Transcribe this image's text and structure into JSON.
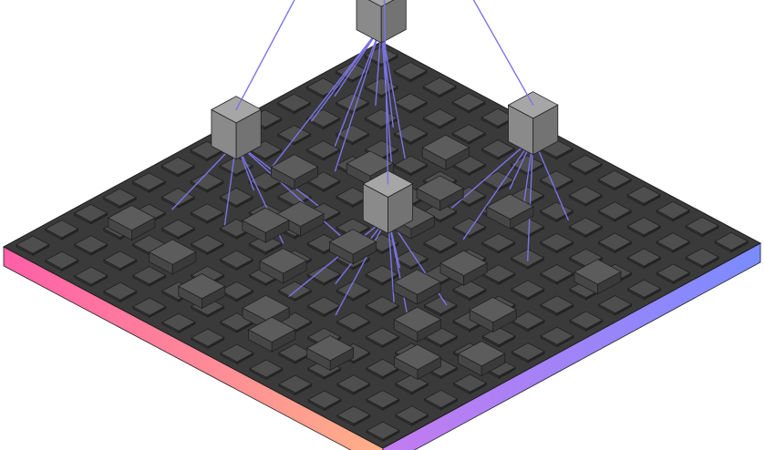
{
  "diagram": {
    "grid_size": 13,
    "cell_units": 1,
    "board_height_units": 0.55,
    "hub_altitude_units": 1.1,
    "colors": {
      "board_top": "#3a3a3a",
      "board_top_stroke": "#1e1e1e",
      "side_left_start": "#ff5fa8",
      "side_left_end": "#ffb088",
      "side_right_start": "#c47bf0",
      "side_right_end": "#7a8cff",
      "pad_top": "#4e4e4e",
      "pad_left": "#333333",
      "pad_right": "#262626",
      "block_top": "#5c5c5c",
      "block_left": "#464646",
      "block_right": "#3a3a3a",
      "hub_top": "#a6a6a6",
      "hub_left": "#8a8a8a",
      "hub_right": "#737373",
      "link_line": "#7b74e6",
      "block_stroke": "#202020"
    },
    "root": {
      "id": "apex",
      "u": 0.3,
      "v": 0.3,
      "lift": 6.2
    },
    "hubs": [
      {
        "id": "hub-top",
        "u": 0.4,
        "v": 0.4,
        "targets": [
          [
            1.0,
            2.6
          ],
          [
            2.0,
            2.2
          ],
          [
            1.4,
            3.8
          ],
          [
            3.0,
            2.6
          ],
          [
            2.6,
            4.2
          ],
          [
            4.2,
            3.4
          ],
          [
            3.4,
            5.0
          ],
          [
            5.0,
            4.6
          ],
          [
            2.2,
            6.0
          ]
        ]
      },
      {
        "id": "hub-left",
        "u": 1.6,
        "v": 6.6,
        "targets": [
          [
            2.6,
            7.0
          ],
          [
            3.2,
            8.6
          ],
          [
            4.2,
            6.4
          ],
          [
            4.8,
            8.2
          ],
          [
            5.6,
            7.0
          ],
          [
            1.8,
            9.0
          ]
        ]
      },
      {
        "id": "hub-right",
        "u": 6.6,
        "v": 1.4,
        "targets": [
          [
            7.0,
            2.6
          ],
          [
            8.2,
            3.4
          ],
          [
            6.6,
            4.2
          ],
          [
            7.8,
            5.0
          ],
          [
            9.0,
            2.6
          ],
          [
            9.6,
            4.6
          ]
        ]
      },
      {
        "id": "hub-center",
        "u": 6.6,
        "v": 6.4,
        "targets": [
          [
            7.6,
            7.0
          ],
          [
            8.6,
            8.2
          ],
          [
            7.0,
            8.6
          ],
          [
            9.6,
            7.4
          ],
          [
            8.0,
            9.6
          ],
          [
            10.0,
            9.0
          ],
          [
            6.6,
            9.8
          ]
        ]
      }
    ],
    "links_root": [
      "hub-top",
      "hub-left",
      "hub-right",
      "hub-center"
    ],
    "raised_blocks": [
      [
        1.2,
        9.8
      ],
      [
        2.4,
        5.4
      ],
      [
        3.6,
        4.0
      ],
      [
        4.4,
        2.2
      ],
      [
        5.6,
        3.6
      ],
      [
        4.0,
        6.8
      ],
      [
        6.0,
        5.0
      ],
      [
        5.2,
        8.6
      ],
      [
        3.0,
        10.2
      ],
      [
        4.6,
        10.8
      ],
      [
        6.4,
        10.4
      ],
      [
        7.4,
        3.0
      ],
      [
        8.4,
        5.6
      ],
      [
        9.4,
        8.2
      ],
      [
        10.4,
        6.6
      ],
      [
        11.0,
        3.6
      ],
      [
        7.2,
        11.0
      ],
      [
        8.8,
        10.6
      ],
      [
        10.6,
        9.4
      ],
      [
        11.6,
        8.2
      ],
      [
        5.8,
        6.8
      ],
      [
        8.2,
        7.0
      ],
      [
        3.6,
        7.6
      ]
    ]
  }
}
